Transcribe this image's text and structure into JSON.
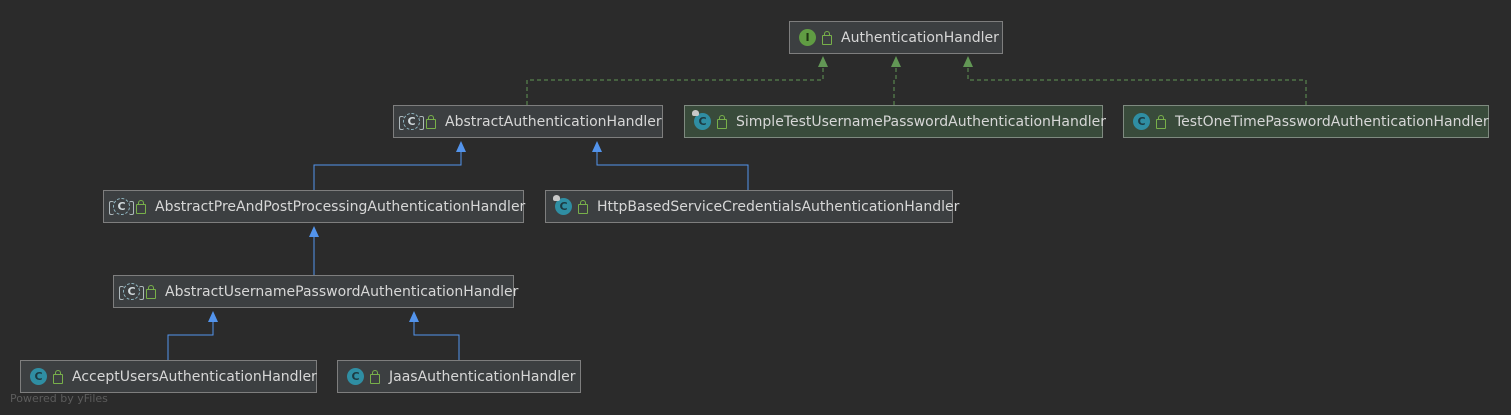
{
  "nodes": [
    {
      "id": "authentication-handler",
      "label": "AuthenticationHandler",
      "kind": "interface",
      "badge_letter": "I"
    },
    {
      "id": "abstract-authentication-handler",
      "label": "AbstractAuthenticationHandler",
      "kind": "abstract-class",
      "badge_letter": "C"
    },
    {
      "id": "simple-test-username-password-authentication-handler",
      "label": "SimpleTestUsernamePasswordAuthenticationHandler",
      "kind": "class",
      "badge_letter": "C"
    },
    {
      "id": "test-one-time-password-authentication-handler",
      "label": "TestOneTimePasswordAuthenticationHandler",
      "kind": "class",
      "badge_letter": "C"
    },
    {
      "id": "abstract-pre-and-post-processing-authentication-handler",
      "label": "AbstractPreAndPostProcessingAuthenticationHandler",
      "kind": "abstract-class",
      "badge_letter": "C"
    },
    {
      "id": "http-based-service-credentials-authentication-handler",
      "label": "HttpBasedServiceCredentialsAuthenticationHandler",
      "kind": "class",
      "badge_letter": "C"
    },
    {
      "id": "abstract-username-password-authentication-handler",
      "label": "AbstractUsernamePasswordAuthenticationHandler",
      "kind": "abstract-class",
      "badge_letter": "C"
    },
    {
      "id": "accept-users-authentication-handler",
      "label": "AcceptUsersAuthenticationHandler",
      "kind": "class",
      "badge_letter": "C"
    },
    {
      "id": "jaas-authentication-handler",
      "label": "JaasAuthenticationHandler",
      "kind": "class",
      "badge_letter": "C"
    }
  ],
  "edges": [
    {
      "from": "abstract-authentication-handler",
      "to": "authentication-handler",
      "type": "implements"
    },
    {
      "from": "simple-test-username-password-authentication-handler",
      "to": "authentication-handler",
      "type": "implements"
    },
    {
      "from": "test-one-time-password-authentication-handler",
      "to": "authentication-handler",
      "type": "implements"
    },
    {
      "from": "abstract-pre-and-post-processing-authentication-handler",
      "to": "abstract-authentication-handler",
      "type": "extends"
    },
    {
      "from": "http-based-service-credentials-authentication-handler",
      "to": "abstract-authentication-handler",
      "type": "extends"
    },
    {
      "from": "abstract-username-password-authentication-handler",
      "to": "abstract-pre-and-post-processing-authentication-handler",
      "type": "extends"
    },
    {
      "from": "accept-users-authentication-handler",
      "to": "abstract-username-password-authentication-handler",
      "type": "extends"
    },
    {
      "from": "jaas-authentication-handler",
      "to": "abstract-username-password-authentication-handler",
      "type": "extends"
    }
  ],
  "colors": {
    "background": "#2b2b2b",
    "implements_edge": "#629755",
    "extends_edge": "#5394ec",
    "class_badge": "#2f8ea3",
    "interface_badge": "#609c43",
    "access_lock": "#78b04a"
  },
  "watermark": "Powered by yFiles"
}
